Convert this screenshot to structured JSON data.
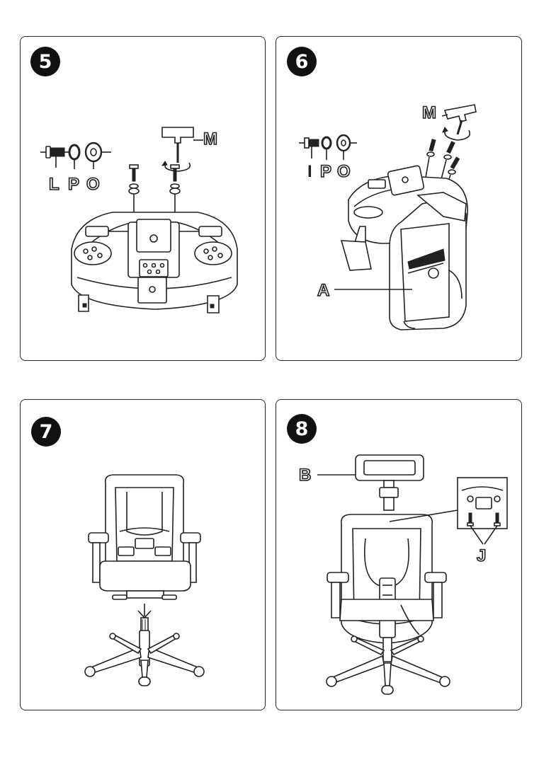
{
  "steps": [
    {
      "number": "5",
      "labels": {
        "screw": "L",
        "washer_p": "P",
        "washer_o": "O",
        "wrench": "M"
      }
    },
    {
      "number": "6",
      "labels": {
        "screw": "I",
        "washer_p": "P",
        "washer_o": "O",
        "wrench": "M",
        "backrest": "A"
      }
    },
    {
      "number": "7"
    },
    {
      "number": "8",
      "labels": {
        "headrest": "B",
        "screws": "J"
      }
    }
  ]
}
